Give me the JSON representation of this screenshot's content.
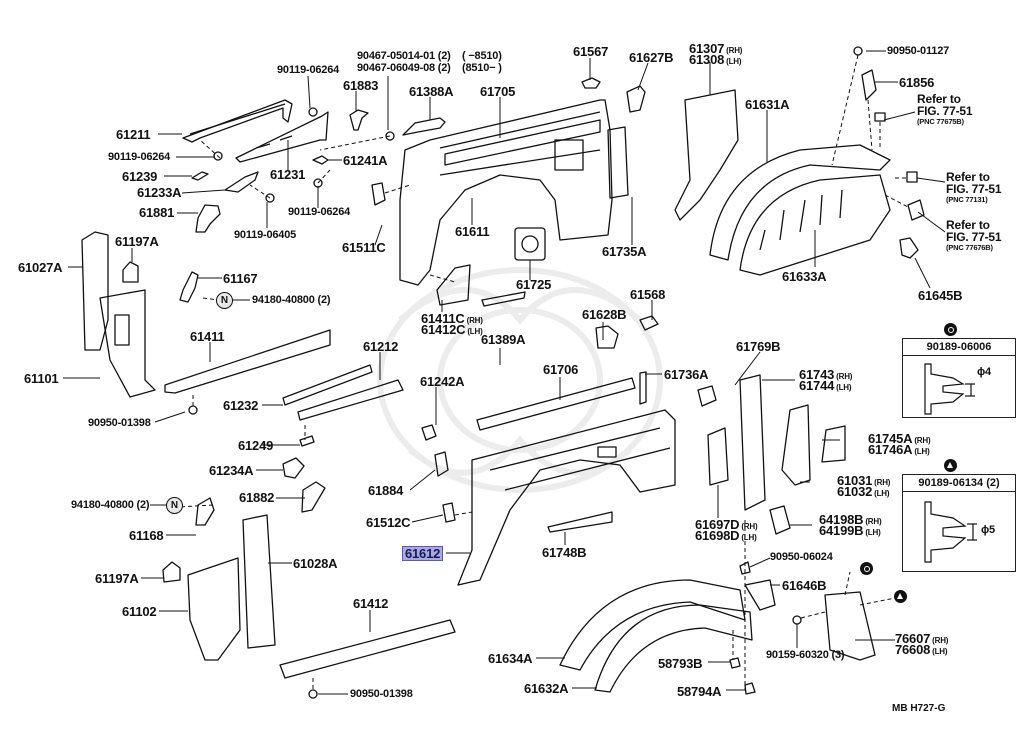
{
  "diagram": {
    "figure_code": "MB  H727-G",
    "highlighted_part": "61612",
    "highlight_color": "#a8a8e8",
    "parts": [
      {
        "id": "p90119_06264_a",
        "text": "90119-06264"
      },
      {
        "id": "p61883",
        "text": "61883"
      },
      {
        "id": "p90467",
        "line1": "90467-05014-01 (2)",
        "line1b": "(        −8510)",
        "line2": "90467-06049-08 (2)",
        "line2b": "(8510−        )"
      },
      {
        "id": "p61567",
        "text": "61567"
      },
      {
        "id": "p61627B",
        "text": "61627B"
      },
      {
        "id": "p61307",
        "text": "61307",
        "side": "(RH)"
      },
      {
        "id": "p61308",
        "text": "61308",
        "side": "(LH)"
      },
      {
        "id": "p90950_01127",
        "text": "90950-01127"
      },
      {
        "id": "p61856",
        "text": "61856"
      },
      {
        "id": "p61388A",
        "text": "61388A"
      },
      {
        "id": "p61705",
        "text": "61705"
      },
      {
        "id": "p61211",
        "text": "61211"
      },
      {
        "id": "p90119_06264_b",
        "text": "90119-06264"
      },
      {
        "id": "p61239",
        "text": "61239"
      },
      {
        "id": "p61231",
        "text": "61231"
      },
      {
        "id": "p61241A",
        "text": "61241A"
      },
      {
        "id": "p61233A",
        "text": "61233A"
      },
      {
        "id": "p90119_06264_c",
        "text": "90119-06264"
      },
      {
        "id": "p61881",
        "text": "61881"
      },
      {
        "id": "p90119_06405",
        "text": "90119-06405"
      },
      {
        "id": "p61631A",
        "text": "61631A"
      },
      {
        "id": "p61611",
        "text": "61611"
      },
      {
        "id": "p61511C",
        "text": "61511C"
      },
      {
        "id": "p61735A",
        "text": "61735A"
      },
      {
        "id": "p61027A",
        "text": "61027A"
      },
      {
        "id": "p61197A_a",
        "text": "61197A"
      },
      {
        "id": "p61167",
        "text": "61167"
      },
      {
        "id": "p94180_a",
        "text": "94180-40800 (2)"
      },
      {
        "id": "p61725",
        "text": "61725"
      },
      {
        "id": "p61633A",
        "text": "61633A"
      },
      {
        "id": "p61645B",
        "text": "61645B"
      },
      {
        "id": "p61411C",
        "text": "61411C",
        "side": "(RH)"
      },
      {
        "id": "p61412C",
        "text": "61412C",
        "side": "(LH)"
      },
      {
        "id": "p61568",
        "text": "61568"
      },
      {
        "id": "p61628B",
        "text": "61628B"
      },
      {
        "id": "p61411",
        "text": "61411"
      },
      {
        "id": "p61212",
        "text": "61212"
      },
      {
        "id": "p61389A",
        "text": "61389A"
      },
      {
        "id": "p61101",
        "text": "61101"
      },
      {
        "id": "p61706",
        "text": "61706"
      },
      {
        "id": "p61736A",
        "text": "61736A"
      },
      {
        "id": "p61769B",
        "text": "61769B"
      },
      {
        "id": "p61743",
        "text": "61743",
        "side": "(RH)"
      },
      {
        "id": "p61744",
        "text": "61744",
        "side": "(LH)"
      },
      {
        "id": "p61242A",
        "text": "61242A"
      },
      {
        "id": "p61232",
        "text": "61232"
      },
      {
        "id": "p90950_01398_a",
        "text": "90950-01398"
      },
      {
        "id": "p61249",
        "text": "61249"
      },
      {
        "id": "p61745A",
        "text": "61745A",
        "side": "(RH)"
      },
      {
        "id": "p61746A",
        "text": "61746A",
        "side": "(LH)"
      },
      {
        "id": "p61234A",
        "text": "61234A"
      },
      {
        "id": "p61884",
        "text": "61884"
      },
      {
        "id": "p61882",
        "text": "61882"
      },
      {
        "id": "p61031",
        "text": "61031",
        "side": "(RH)"
      },
      {
        "id": "p61032",
        "text": "61032",
        "side": "(LH)"
      },
      {
        "id": "p94180_b",
        "text": "94180-40800 (2)"
      },
      {
        "id": "p61512C",
        "text": "61512C"
      },
      {
        "id": "p61168",
        "text": "61168"
      },
      {
        "id": "p61697D",
        "text": "61697D",
        "side": "(RH)"
      },
      {
        "id": "p61698D",
        "text": "61698D",
        "side": "(LH)"
      },
      {
        "id": "p64198B",
        "text": "64198B",
        "side": "(RH)"
      },
      {
        "id": "p64199B",
        "text": "64199B",
        "side": "(LH)"
      },
      {
        "id": "p61612",
        "text": "61612"
      },
      {
        "id": "p61748B",
        "text": "61748B"
      },
      {
        "id": "p90950_06024",
        "text": "90950-06024"
      },
      {
        "id": "p61028A",
        "text": "61028A"
      },
      {
        "id": "p61197A_b",
        "text": "61197A"
      },
      {
        "id": "p61646B",
        "text": "61646B"
      },
      {
        "id": "p61102",
        "text": "61102"
      },
      {
        "id": "p61412",
        "text": "61412"
      },
      {
        "id": "p90159",
        "text": "90159-60320 (3)"
      },
      {
        "id": "p76607",
        "text": "76607",
        "side": "(RH)"
      },
      {
        "id": "p76608",
        "text": "76608",
        "side": "(LH)"
      },
      {
        "id": "p61634A",
        "text": "61634A"
      },
      {
        "id": "p58793B",
        "text": "58793B"
      },
      {
        "id": "p61632A",
        "text": "61632A"
      },
      {
        "id": "p58794A",
        "text": "58794A"
      },
      {
        "id": "p90950_01398_b",
        "text": "90950-01398"
      }
    ],
    "references": [
      {
        "id": "ref1",
        "line1": "Refer to",
        "line2": "FIG. 77-51",
        "pnc": "(PNC 77675B)"
      },
      {
        "id": "ref2",
        "line1": "Refer to",
        "line2": "FIG. 77-51",
        "pnc": "(PNC 77131)"
      },
      {
        "id": "ref3",
        "line1": "Refer to",
        "line2": "FIG. 77-51",
        "pnc": "(PNC 77676B)"
      }
    ],
    "detail_boxes": [
      {
        "id": "box1",
        "marker": "circle",
        "part": "90189-06006",
        "diameter": "ϕ4"
      },
      {
        "id": "box2",
        "marker": "triangle",
        "part": "90189-06134 (2)",
        "diameter": "ϕ5"
      }
    ],
    "n_marker": "N"
  }
}
